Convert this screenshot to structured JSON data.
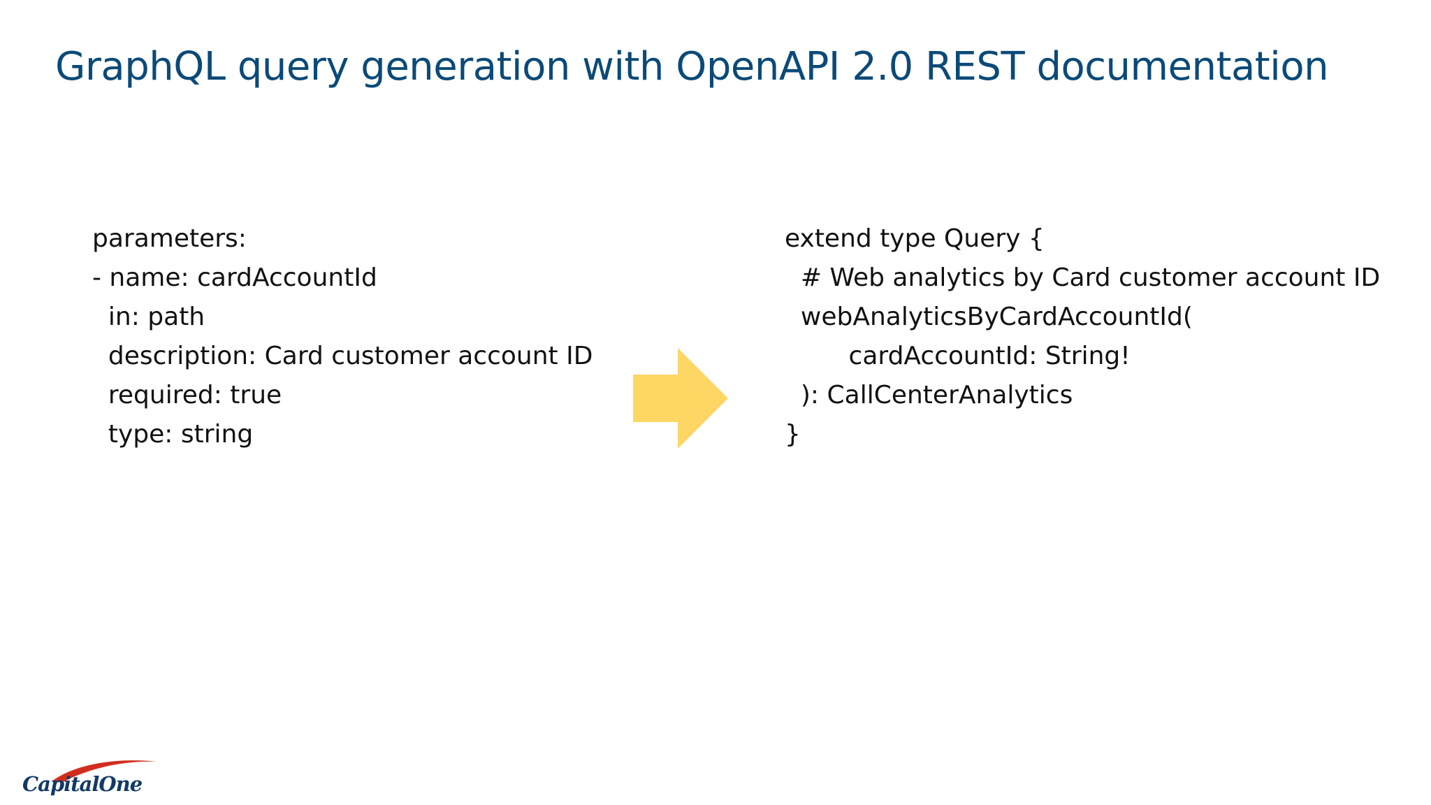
{
  "title": "GraphQL query generation with OpenAPI 2.0 REST documentation",
  "left_code": {
    "lines": [
      "parameters:",
      "- name: cardAccountId",
      "  in: path",
      "  description: Card customer account ID",
      "  required: true",
      "  type: string"
    ]
  },
  "right_code": {
    "lines": [
      "extend type Query {",
      "  # Web analytics by Card customer account ID",
      "  webAnalyticsByCardAccountId(",
      "        cardAccountId: String!",
      "  ): CallCenterAnalytics",
      "}"
    ]
  },
  "arrow": {
    "icon": "right-arrow-icon",
    "color": "#fdd663"
  },
  "logo": {
    "text": "CapitalOne",
    "swoosh_color": "#d22e1e",
    "text_color": "#123a66"
  }
}
